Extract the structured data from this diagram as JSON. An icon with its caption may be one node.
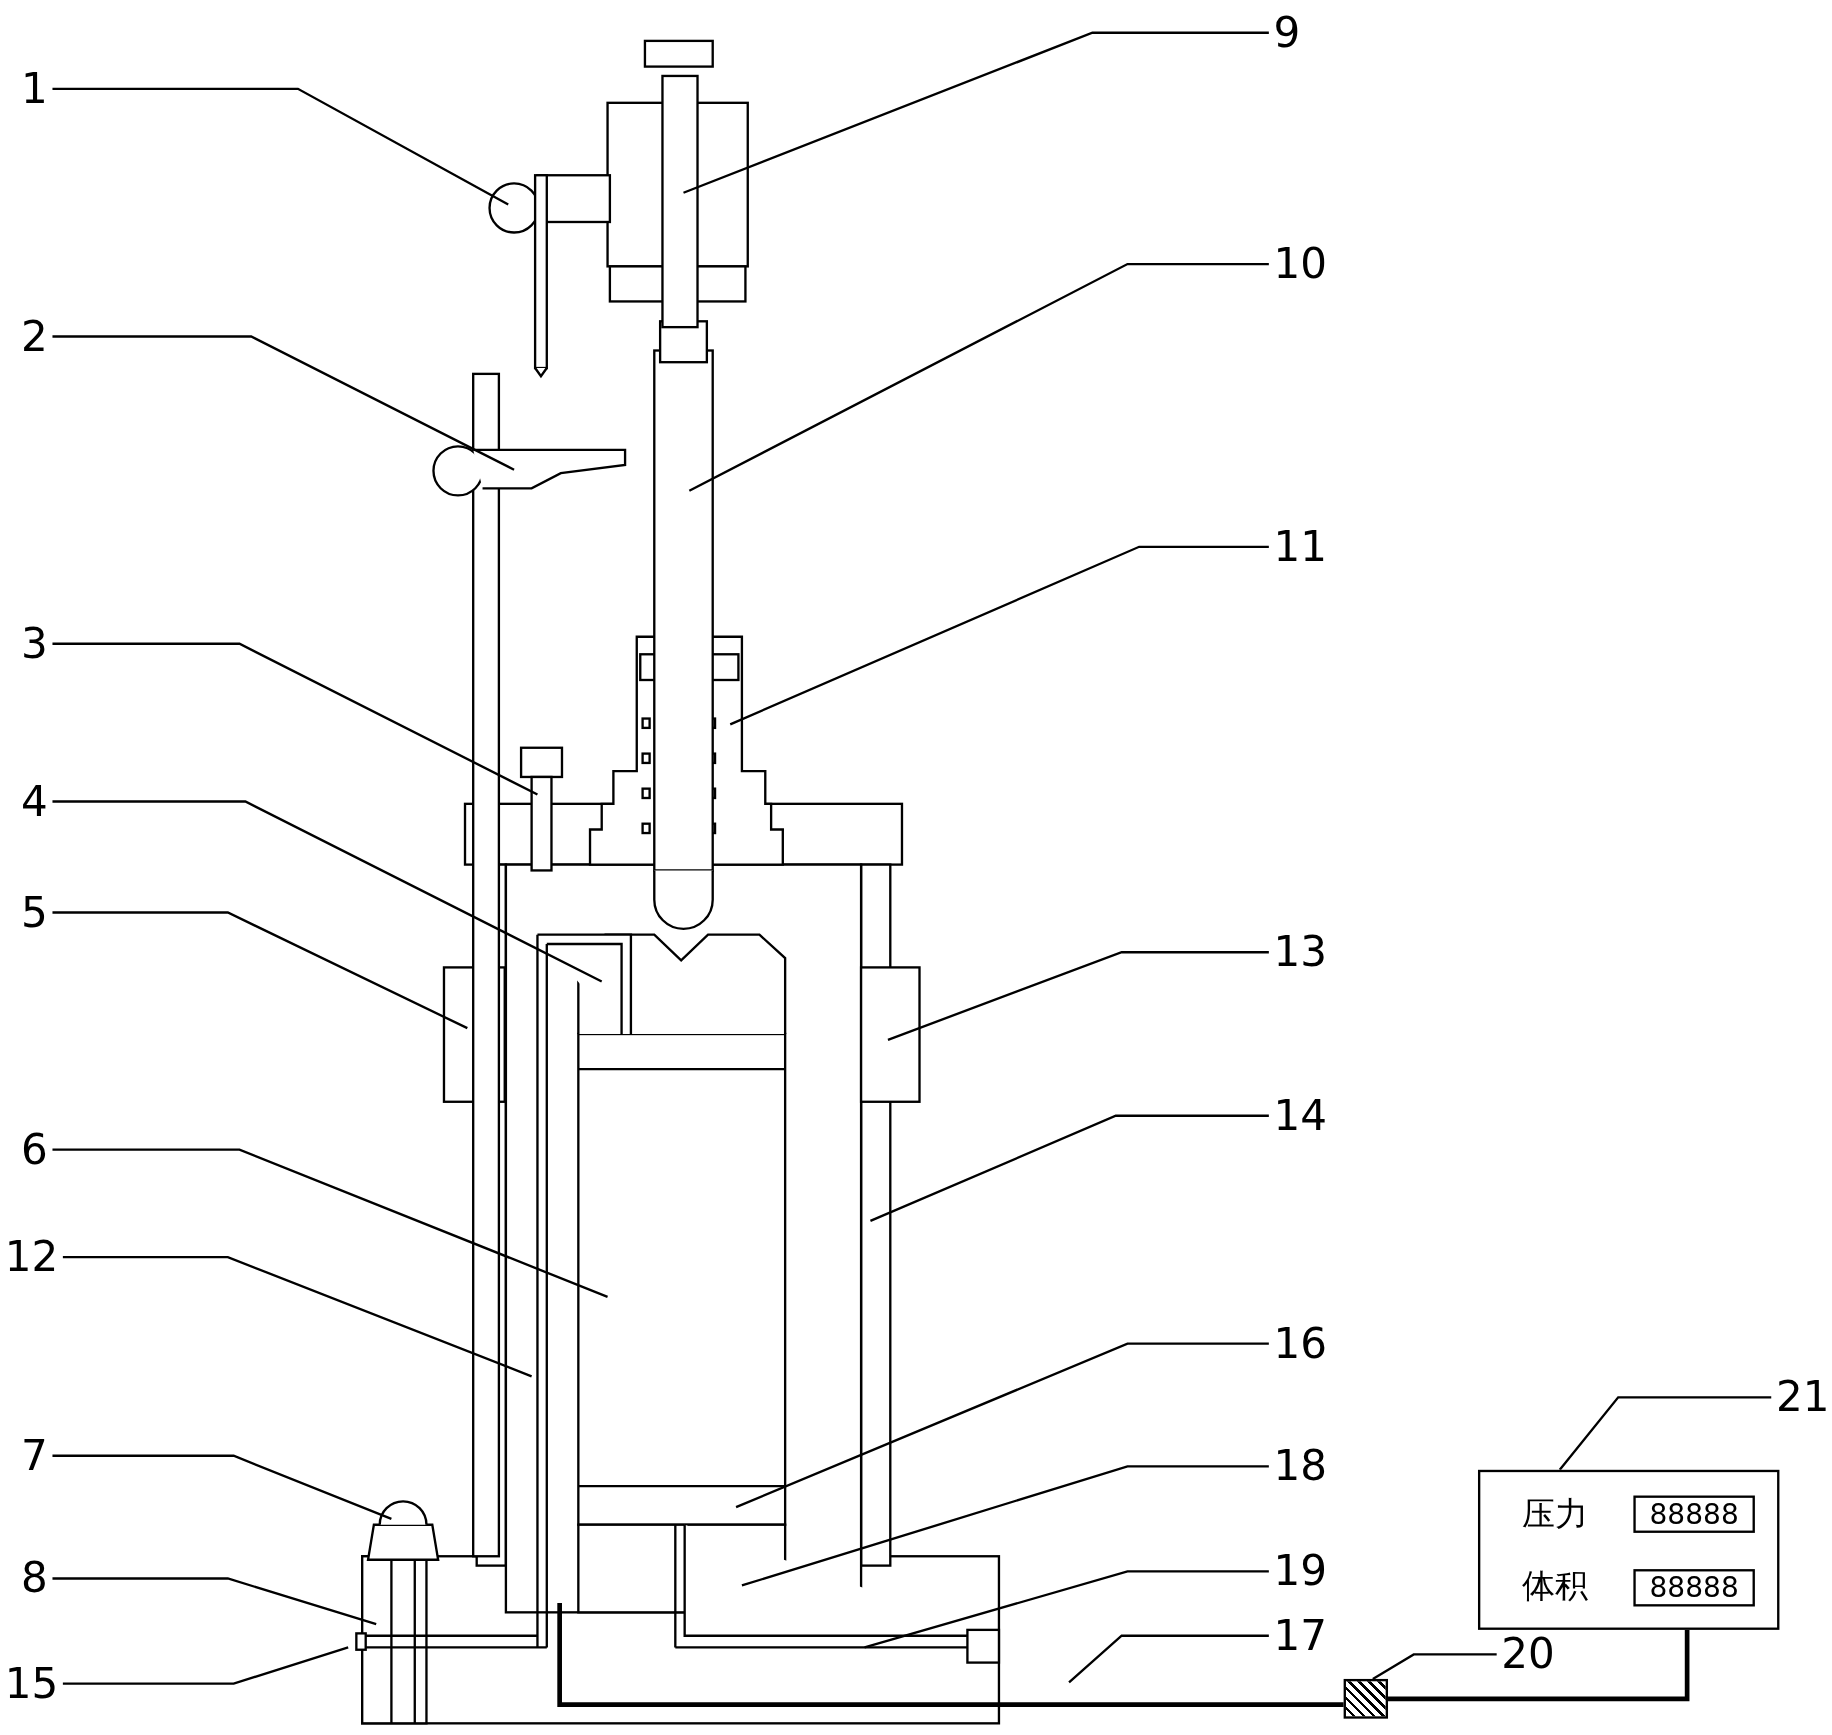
{
  "diagram": {
    "nodes": [
      {
        "text": [
          "1"
        ]
      },
      {
        "text": [
          "2"
        ]
      },
      {
        "text": [
          "3"
        ]
      },
      {
        "text": [
          "4"
        ]
      },
      {
        "text": [
          "5"
        ]
      },
      {
        "text": [
          "6"
        ]
      },
      {
        "text": [
          "7"
        ]
      },
      {
        "text": [
          "8"
        ]
      },
      {
        "text": [
          "9"
        ]
      },
      {
        "text": [
          "10"
        ]
      },
      {
        "text": [
          "11"
        ]
      },
      {
        "text": [
          "12"
        ]
      },
      {
        "text": [
          "13"
        ]
      },
      {
        "text": [
          "14"
        ]
      },
      {
        "text": [
          "15"
        ]
      },
      {
        "text": [
          "16"
        ]
      },
      {
        "text": [
          "17"
        ]
      },
      {
        "text": [
          "18"
        ]
      },
      {
        "text": [
          "19"
        ]
      },
      {
        "text": [
          "20"
        ]
      },
      {
        "text": [
          "21"
        ]
      },
      {
        "text": [
          "压力",
          "体积"
        ]
      },
      {
        "text": [
          "88888"
        ],
        "in": 21
      },
      {
        "text": [
          "88888"
        ],
        "in": 21
      },
      {
        "text": [],
        "shape": "box"
      }
    ],
    "edges": [
      {
        "from": 0,
        "to": null,
        "arrow": "none"
      },
      {
        "from": 1,
        "to": null,
        "arrow": "none"
      },
      {
        "from": 2,
        "to": null,
        "arrow": "none"
      },
      {
        "from": 3,
        "to": null,
        "arrow": "none"
      },
      {
        "from": 4,
        "to": null,
        "arrow": "none"
      },
      {
        "from": 5,
        "to": null,
        "arrow": "none"
      },
      {
        "from": 6,
        "to": null,
        "arrow": "none"
      },
      {
        "from": 7,
        "to": null,
        "arrow": "none"
      },
      {
        "from": 8,
        "to": null,
        "arrow": "none"
      },
      {
        "from": 9,
        "to": null,
        "arrow": "none"
      },
      {
        "from": 10,
        "to": null,
        "arrow": "none"
      },
      {
        "from": 11,
        "to": null,
        "arrow": "none"
      },
      {
        "from": 12,
        "to": null,
        "arrow": "none"
      },
      {
        "from": 13,
        "to": null,
        "arrow": "none"
      },
      {
        "from": 14,
        "to": null,
        "arrow": "none"
      },
      {
        "from": 15,
        "to": null,
        "arrow": "none"
      },
      {
        "from": 16,
        "to": null,
        "arrow": "none"
      },
      {
        "from": 17,
        "to": null,
        "arrow": "none"
      },
      {
        "from": 18,
        "to": null,
        "arrow": "none"
      },
      {
        "from": 19,
        "to": 24,
        "arrow": "none"
      },
      {
        "from": 20,
        "to": 21,
        "arrow": "none"
      },
      {
        "from": null,
        "to": 24,
        "arrow": "none"
      },
      {
        "from": 24,
        "to": 21,
        "arrow": "none"
      }
    ]
  }
}
